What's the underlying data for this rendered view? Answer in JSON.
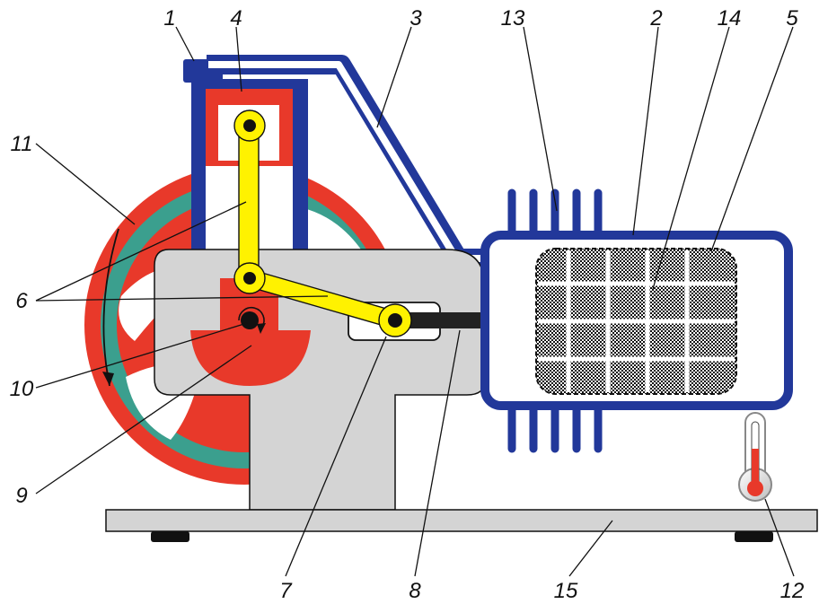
{
  "diagram": {
    "colors": {
      "blue": "#22389a",
      "red": "#e8392a",
      "teal": "#3b9f8e",
      "gray": "#d4d4d4",
      "yellow": "#fff200",
      "black": "#111111",
      "white": "#ffffff"
    },
    "labels": [
      {
        "id": "1",
        "text": "1",
        "part": "cylinder-cap"
      },
      {
        "id": "2",
        "text": "2",
        "part": "heat-exchanger-chamber"
      },
      {
        "id": "3",
        "text": "3",
        "part": "transfer-pipe"
      },
      {
        "id": "4",
        "text": "4",
        "part": "piston"
      },
      {
        "id": "5",
        "text": "5",
        "part": "regenerator-edge"
      },
      {
        "id": "6",
        "text": "6",
        "part": "connecting-rods"
      },
      {
        "id": "7",
        "text": "7",
        "part": "crosshead-joint"
      },
      {
        "id": "8",
        "text": "8",
        "part": "displacer-rod"
      },
      {
        "id": "9",
        "text": "9",
        "part": "crank"
      },
      {
        "id": "10",
        "text": "10",
        "part": "crankshaft"
      },
      {
        "id": "11",
        "text": "11",
        "part": "flywheel"
      },
      {
        "id": "12",
        "text": "12",
        "part": "thermometer"
      },
      {
        "id": "13",
        "text": "13",
        "part": "cooling-fins"
      },
      {
        "id": "14",
        "text": "14",
        "part": "regenerator-mesh"
      },
      {
        "id": "15",
        "text": "15",
        "part": "base-plate"
      }
    ]
  }
}
